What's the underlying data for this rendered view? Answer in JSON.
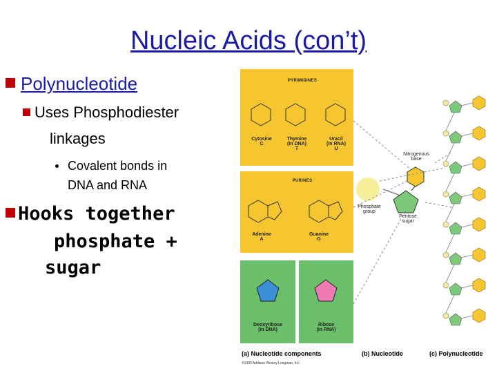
{
  "slide": {
    "title": "Nucleic Acids (con’t)",
    "bullet1": "Polynucleotide",
    "bullet2_line1": "Uses Phosphodiester",
    "bullet2_line2": "linkages",
    "bullet3_line1": "Covalent bonds in",
    "bullet3_line2": "DNA and RNA",
    "bullet4_line1": "Hooks together",
    "bullet4_line2": "phosphate +",
    "bullet4_line3": "sugar"
  },
  "figure": {
    "pyrimidines_heading": "Pyrimidines",
    "purines_heading": "Purines",
    "cytosine": "Cytosine\nC",
    "thymine": "Thymine\n(in DNA)\nT",
    "uracil": "Uracil\n(in RNA)\nU",
    "adenine": "Adenine\nA",
    "guanine": "Guanine\nG",
    "deoxyribose": "Deoxyribose\n(in DNA)",
    "ribose": "Ribose\n(in RNA)",
    "nitrogenous_base": "Nitrogenous\nbase",
    "phosphate_group": "Phosphate\ngroup",
    "pentose_sugar": "Pentose\nsugar",
    "caption_a": "(a)  Nucleotide components",
    "caption_b": "(b)  Nucleotide",
    "caption_c": "(c)  Polynucleotide",
    "copyright": "©1999 Addison Wesley Longman, Inc.",
    "colors": {
      "yellow_panel": "#f6c630",
      "green_panel": "#6cbf6a",
      "phosphate": "#f6ef9a",
      "sugar": "#7ec87a",
      "base": "#f6c630",
      "deoxy_blue": "#3a8fd6",
      "ribose_pink": "#f07ab4"
    }
  }
}
